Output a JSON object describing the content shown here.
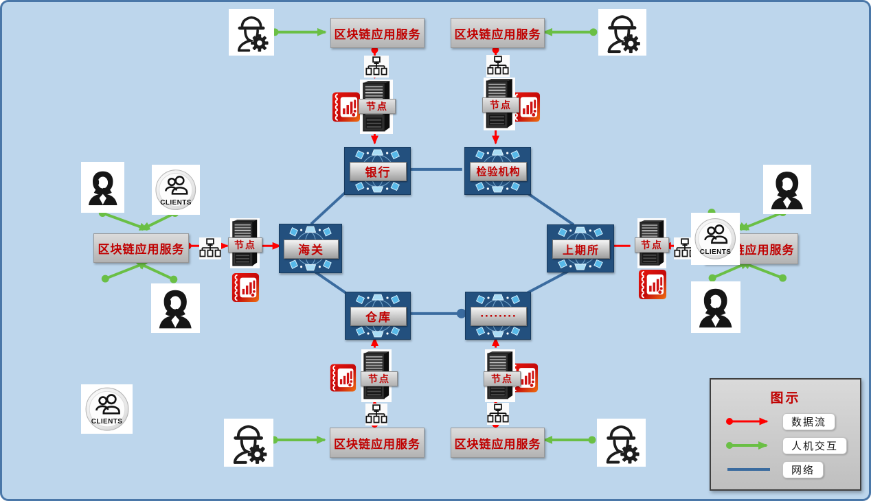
{
  "colors": {
    "background": "#bdd6ec",
    "frame": "#4a77a8",
    "data_flow": "#fe0000",
    "interaction": "#6abf45",
    "network": "#3a6b9f",
    "node_fill": "#23507e",
    "label_red": "#c00000"
  },
  "labels": {
    "service": "区块链应用服务",
    "node": "节点",
    "clients": "CLIENTS"
  },
  "org_nodes": [
    {
      "id": "bank",
      "label": "银行"
    },
    {
      "id": "inspection",
      "label": "检验机构"
    },
    {
      "id": "customs",
      "label": "海关"
    },
    {
      "id": "exchange",
      "label": "上期所"
    },
    {
      "id": "warehouse",
      "label": "仓库"
    },
    {
      "id": "others",
      "label": "········"
    }
  ],
  "connections": {
    "network": [
      [
        "银行",
        "检验机构"
      ],
      [
        "银行",
        "海关"
      ],
      [
        "检验机构",
        "上期所"
      ],
      [
        "海关",
        "仓库"
      ],
      [
        "上期所",
        "········"
      ],
      [
        "仓库",
        "········"
      ]
    ],
    "data_flow": "区块链应用服务 → 网络设备 → 节点 → 机构节点",
    "interaction": "用户/工程师 → 区块链应用服务"
  },
  "legend": {
    "title": "图示",
    "items": [
      {
        "label": "数据流",
        "type": "arrow",
        "color": "#fe0000"
      },
      {
        "label": "人机交互",
        "type": "arrow",
        "color": "#6abf45"
      },
      {
        "label": "网络",
        "type": "line",
        "color": "#3a6b9f"
      }
    ]
  },
  "icons": {
    "worker": "engineer-user-icon",
    "woman": "service-agent-icon",
    "clients": "clients-badge-icon",
    "server": "node-server-icon",
    "ledger": "ledger-app-icon",
    "network_switch": "network-hierarchy-icon",
    "org_decoration": "blockchain-globe-decoration"
  }
}
